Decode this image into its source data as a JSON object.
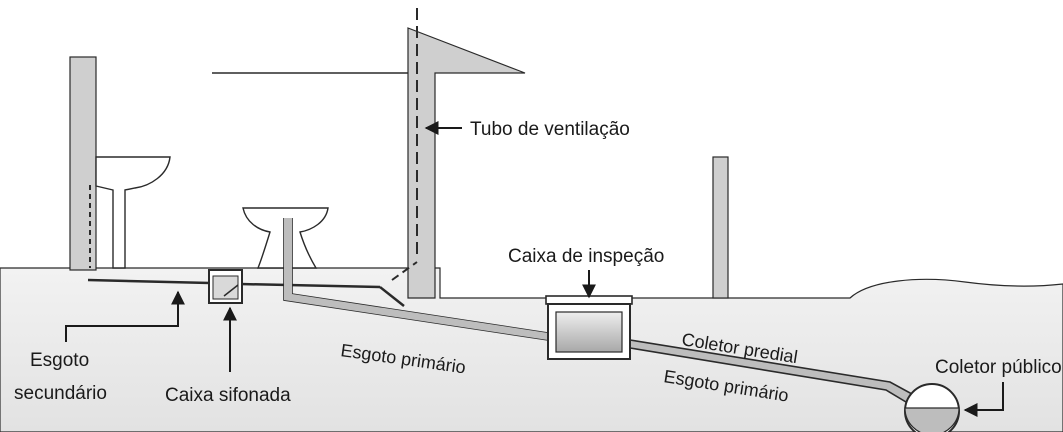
{
  "labels": {
    "ventilation_pipe": "Tubo de ventilação",
    "inspection_box": "Caixa de inspeção",
    "primary_sewer_upper": "Esgoto primário",
    "building_collector": "Coletor predial",
    "primary_sewer_lower": "Esgoto primário",
    "public_collector": "Coletor público",
    "siphon_box": "Caixa sifonada",
    "secondary_sewer_line1": "Esgoto",
    "secondary_sewer_line2": "secundário"
  },
  "colors": {
    "ground": "#e9e9e9",
    "wall": "#cfcfcf",
    "pipe": "#bdbdbd",
    "outline": "#2a2a2a"
  }
}
